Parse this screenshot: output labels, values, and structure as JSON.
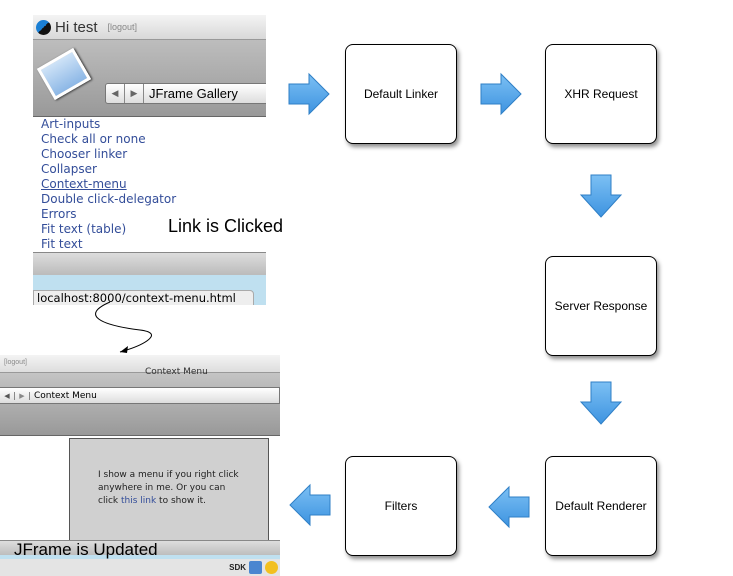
{
  "gallery_screenshot": {
    "greeting": "Hi test",
    "logout": "[logout]",
    "nav_title": "JFrame Gallery",
    "links": [
      "Art-inputs",
      "Check all or none",
      "Chooser linker",
      "Collapser",
      "Context-menu",
      "Double click-delegator",
      "Errors",
      "Fit text (table)",
      "Fit text"
    ],
    "active_link": "Context-menu",
    "status_url": "localhost:8000/context-menu.html"
  },
  "updated_screenshot": {
    "logout": "[logout]",
    "window_title": "Context Menu",
    "nav_title": "Context Menu",
    "content_text_before": "I show a menu if you right click anywhere in me. Or you can click ",
    "content_link": "this link",
    "content_text_after": " to show it.",
    "dock_label": "SDK"
  },
  "labels": {
    "link_clicked": "Link is Clicked",
    "jframe_updated": "JFrame is Updated"
  },
  "nodes": [
    "Default Linker",
    "XHR Request",
    "Server Response",
    "Default Renderer",
    "Filters"
  ],
  "colors": {
    "arrow_fill": "#5aa9e8",
    "arrow_stroke": "#2f7fc6",
    "link": "#334d99"
  }
}
